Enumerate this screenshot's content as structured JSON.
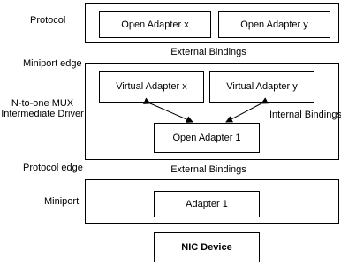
{
  "layers": {
    "protocol": {
      "label": "Protocol",
      "adapter_x": "Open Adapter x",
      "adapter_y": "Open Adapter y"
    },
    "upper_bindings": "External Bindings",
    "mux": {
      "miniport_edge": "Miniport edge",
      "title_line1": "N-to-one MUX",
      "title_line2": "Intermediate Driver",
      "virtual_x": "Virtual Adapter x",
      "virtual_y": "Virtual Adapter y",
      "internal_bindings": "Internal Bindings",
      "open_adapter_1": "Open Adapter 1",
      "protocol_edge": "Protocol edge"
    },
    "lower_bindings": "External Bindings",
    "miniport": {
      "label": "Miniport",
      "adapter_1": "Adapter 1"
    },
    "nic": {
      "label": "NIC Device"
    }
  }
}
